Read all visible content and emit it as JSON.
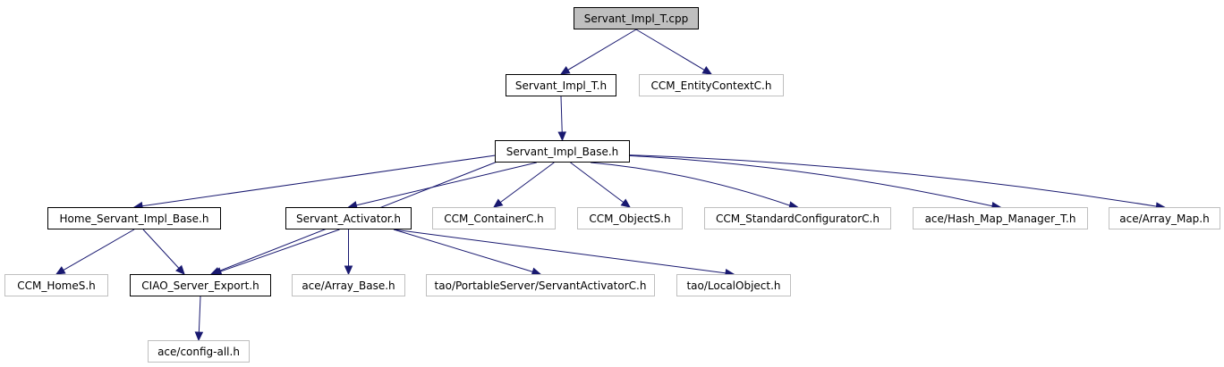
{
  "colors": {
    "edge": "#191970",
    "border": "#000000",
    "external_border": "#bfbfbf",
    "root_fill": "#bfbfbf"
  },
  "nodes": [
    {
      "id": "n0",
      "label": "Servant_Impl_T.cpp",
      "kind": "root"
    },
    {
      "id": "n1",
      "label": "Servant_Impl_T.h",
      "kind": "documented"
    },
    {
      "id": "n2",
      "label": "CCM_EntityContextC.h",
      "kind": "external"
    },
    {
      "id": "n3",
      "label": "Servant_Impl_Base.h",
      "kind": "documented"
    },
    {
      "id": "n4",
      "label": "Home_Servant_Impl_Base.h",
      "kind": "documented"
    },
    {
      "id": "n5",
      "label": "Servant_Activator.h",
      "kind": "documented"
    },
    {
      "id": "n6",
      "label": "CCM_ContainerC.h",
      "kind": "external"
    },
    {
      "id": "n7",
      "label": "CCM_ObjectS.h",
      "kind": "external"
    },
    {
      "id": "n8",
      "label": "CCM_StandardConfiguratorC.h",
      "kind": "external"
    },
    {
      "id": "n9",
      "label": "ace/Hash_Map_Manager_T.h",
      "kind": "external"
    },
    {
      "id": "n10",
      "label": "ace/Array_Map.h",
      "kind": "external"
    },
    {
      "id": "n11",
      "label": "CCM_HomeS.h",
      "kind": "external"
    },
    {
      "id": "n12",
      "label": "CIAO_Server_Export.h",
      "kind": "documented"
    },
    {
      "id": "n13",
      "label": "ace/Array_Base.h",
      "kind": "external"
    },
    {
      "id": "n14",
      "label": "tao/PortableServer/ServantActivatorC.h",
      "kind": "external"
    },
    {
      "id": "n15",
      "label": "tao/LocalObject.h",
      "kind": "external"
    },
    {
      "id": "n16",
      "label": "ace/config-all.h",
      "kind": "external"
    }
  ],
  "edges": [
    [
      "n0",
      "n1"
    ],
    [
      "n0",
      "n2"
    ],
    [
      "n1",
      "n3"
    ],
    [
      "n3",
      "n4"
    ],
    [
      "n3",
      "n12"
    ],
    [
      "n3",
      "n5"
    ],
    [
      "n3",
      "n6"
    ],
    [
      "n3",
      "n7"
    ],
    [
      "n3",
      "n8"
    ],
    [
      "n3",
      "n9"
    ],
    [
      "n3",
      "n10"
    ],
    [
      "n4",
      "n11"
    ],
    [
      "n4",
      "n12"
    ],
    [
      "n5",
      "n12"
    ],
    [
      "n5",
      "n13"
    ],
    [
      "n5",
      "n14"
    ],
    [
      "n5",
      "n15"
    ],
    [
      "n12",
      "n16"
    ]
  ]
}
